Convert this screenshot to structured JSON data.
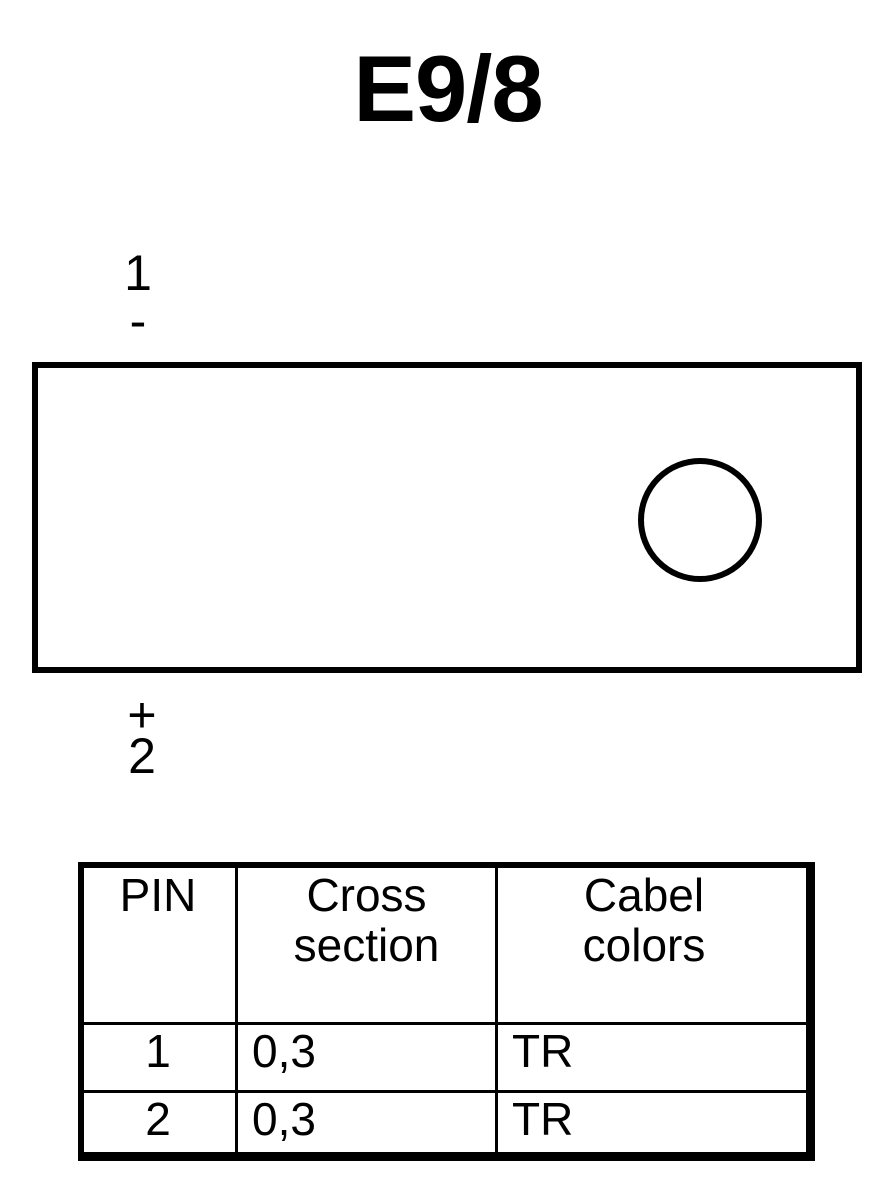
{
  "title": "E9/8",
  "connector": {
    "shape_name": "rectangular-housing",
    "hole_name": "mounting-hole",
    "pins": [
      {
        "number": "1",
        "polarity": "-",
        "position": "top-left"
      },
      {
        "number": "2",
        "polarity": "+",
        "position": "bottom-left"
      }
    ]
  },
  "table": {
    "headers": [
      {
        "lines": [
          "PIN"
        ]
      },
      {
        "lines": [
          "Cross",
          "section"
        ]
      },
      {
        "lines": [
          "Cabel",
          "colors"
        ]
      }
    ],
    "rows": [
      {
        "pin": "1",
        "cross_section": "0,3",
        "cable_color": "TR"
      },
      {
        "pin": "2",
        "cross_section": "0,3",
        "cable_color": "TR"
      }
    ]
  },
  "colors": {
    "ink": "#000000",
    "background": "#ffffff"
  }
}
